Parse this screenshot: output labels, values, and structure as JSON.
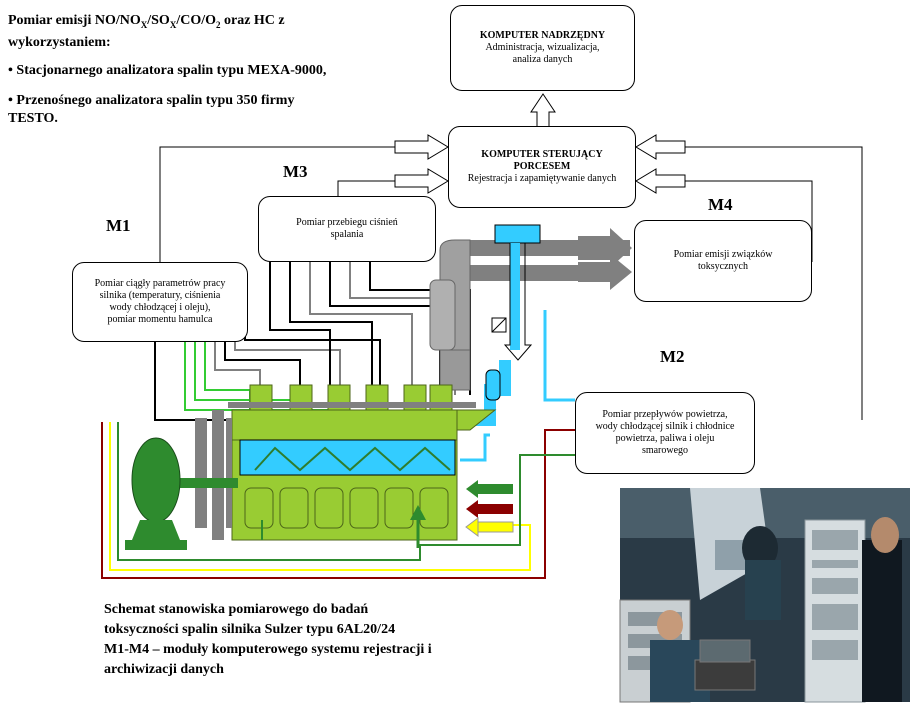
{
  "heading": {
    "line1_prefix": "Pomiar emisji NO/NO",
    "sub_x1": "X",
    "mid1": "/SO",
    "sub_x2": "X",
    "mid2": "/CO/O",
    "sub_2": "2",
    "line1_suffix": " oraz HC z",
    "line2": "wykorzystaniem:",
    "bullet1": "• Stacjonarnego analizatora spalin typu MEXA-9000,",
    "bullet2_a": "• Przenośnego analizatora spalin typu 350 firmy",
    "bullet2_b": "TESTO."
  },
  "boxes": {
    "nadrzedny": {
      "title": "KOMPUTER NADRZĘDNY",
      "lines": [
        "Administracja, wizualizacja,",
        "analiza danych"
      ]
    },
    "sterujacy": {
      "title": [
        "KOMPUTER STERUJĄCY",
        "PORCESEM"
      ],
      "line": "Rejestracja i zapamiętywanie danych"
    },
    "m3": {
      "label": "M3",
      "lines": [
        "Pomiar przebiegu ciśnień",
        "spalania"
      ]
    },
    "m4": {
      "label": "M4",
      "lines": [
        "Pomiar emisji związków",
        "toksycznych"
      ]
    },
    "m1": {
      "label": "M1",
      "lines": [
        "Pomiar ciągły parametrów pracy",
        "silnika (temperatury, ciśnienia",
        "wody chłodzącej i oleju),",
        "pomiar momentu hamulca"
      ]
    },
    "m2": {
      "label": "M2",
      "lines": [
        "Pomiar przepływów powietrza,",
        "wody chłodzącej silnik i chłodnice",
        "powietrza, paliwa i oleju",
        "smarowego"
      ]
    }
  },
  "caption": {
    "line1": "Schemat stanowiska pomiarowego do badań",
    "line2": "toksyczności spalin silnika Sulzer typu 6AL20/24",
    "line3": "M1-M4 – moduły komputerowego systemu rejestracji i",
    "line4": "archiwizacji danych"
  },
  "colors": {
    "engine_green": "#99cc33",
    "engine_dark": "#4d6619",
    "water_blue": "#33ccff",
    "exhaust_grey": "#808080",
    "brake_green": "#1a7a1a",
    "oil_red": "#8b0000",
    "fuel_yellow": "#ffff00"
  }
}
